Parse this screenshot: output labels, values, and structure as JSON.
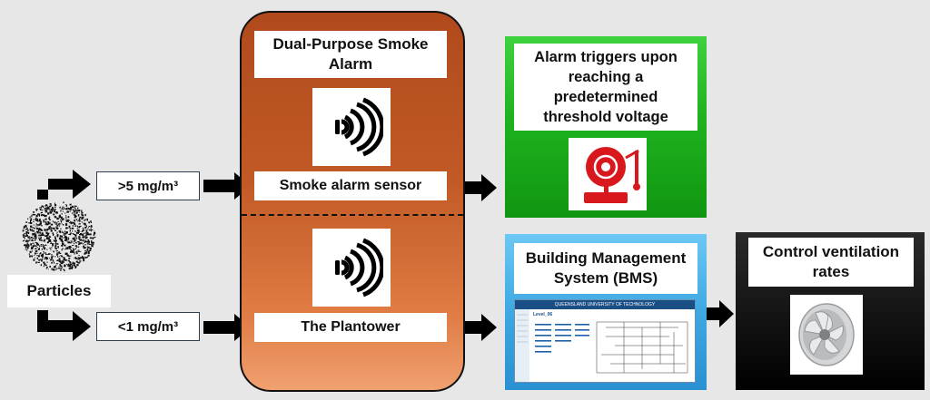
{
  "particles": {
    "label": "Particles"
  },
  "thresholds": {
    "high": ">5 mg/m³",
    "low": "<1 mg/m³"
  },
  "alarm_device": {
    "title": "Dual-Purpose Smoke Alarm",
    "sensor_label": "Smoke alarm sensor",
    "plantower_label": "The Plantower",
    "icon": "wireless-signal-icon"
  },
  "alarm_output": {
    "text": "Alarm triggers upon reaching a predetermined threshold voltage",
    "icon": "alarm-bell-icon",
    "color": "#1eb31e"
  },
  "bms": {
    "title": "Building Management System (BMS)",
    "screen_header": "QUEENSLAND UNIVERSITY OF TECHNOLOGY",
    "screen_level": "Level_06",
    "color": "#3ea8e2"
  },
  "ventilation": {
    "title": "Control ventilation rates",
    "icon": "inline-duct-fan-icon",
    "color": "#000000"
  },
  "colors": {
    "panel": "#c25a26",
    "arrow": "#000000",
    "background": "#e7e7e7"
  }
}
